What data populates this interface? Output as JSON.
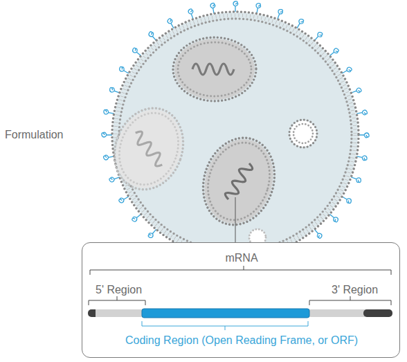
{
  "diagram": {
    "nodes": [
      {
        "text": [
          "Formulation"
        ]
      },
      {
        "text": [
          "mRNA",
          "5' Region",
          "3' Region",
          "Coding Region (Open Reading Frame, or ORF)"
        ]
      }
    ]
  }
}
